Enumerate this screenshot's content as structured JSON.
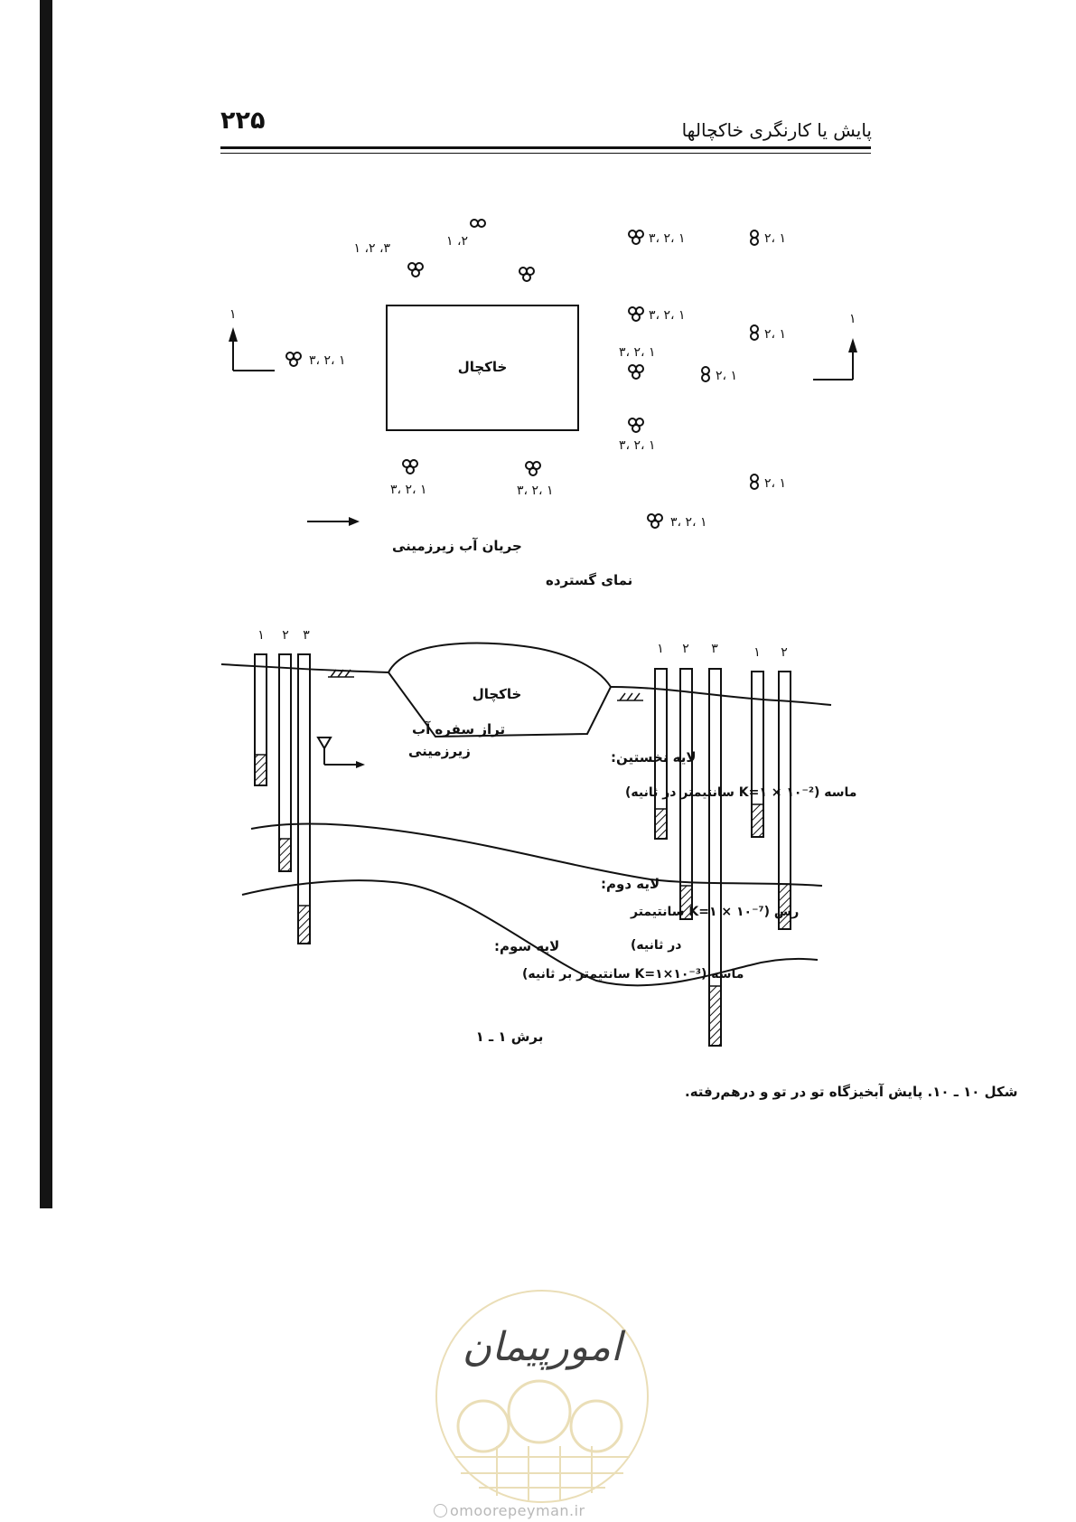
{
  "header": {
    "page_number": "۲۲۵",
    "running_title": "پایش یا کارنگری خاکچالها"
  },
  "plan": {
    "landfill_label": "خاکچال",
    "section_marker_left": "۱",
    "section_marker_right": "۱",
    "well_labels": {
      "top_left": "۳، ۲، ۱",
      "top_mid": "۲، ۱",
      "top_r1": "۳، ۲، ۱",
      "top_r2": "۲، ۱",
      "left": "۳، ۲، ۱",
      "east1": "۳، ۲، ۱",
      "east2": "۲، ۱",
      "east3": "۳، ۲، ۱",
      "east4": "۲، ۱",
      "east5": "۳، ۲، ۱",
      "bottom_left": "۳، ۲، ۱",
      "bottom_mid": "۳، ۲، ۱",
      "bottom_right": "۲، ۱",
      "bottom_far": "۳، ۲، ۱"
    },
    "flow_label": "جریان آب زیرزمینی",
    "caption": "نمای گسترده"
  },
  "section": {
    "landfill_label": "خاکچال",
    "well_numbers": [
      "۱",
      "۲",
      "۳"
    ],
    "water_table_label_1": "تراز سفره آب",
    "water_table_label_2": "زیرزمینی",
    "layer1_title": "لایه نخستین:",
    "layer1_desc": "ماسه (K=۱ × ۱۰⁻² سانتیمتر در ثانیه)",
    "layer2_title": "لایه دوم:",
    "layer2_desc": "رس (K=۱ × ۱۰⁻⁷ سانتیمتر",
    "layer2_desc2": "در ثانیه)",
    "layer3_title": "لایه سوم:",
    "layer3_desc": "ماسه (K=۱×۱۰⁻³ سانتیمتر بر ثانیه)",
    "caption": "برش ۱ ـ ۱"
  },
  "figure_caption": "شکل ۱۰ ـ ۱۰. پایش آبخیزگاه تو در تو و درهم‌رفته.",
  "watermark": {
    "url": "omoorepeyman.ir",
    "seal_text": "امورپیمان"
  },
  "colors": {
    "ink": "#111111",
    "watermark": "#e6d6a6"
  }
}
